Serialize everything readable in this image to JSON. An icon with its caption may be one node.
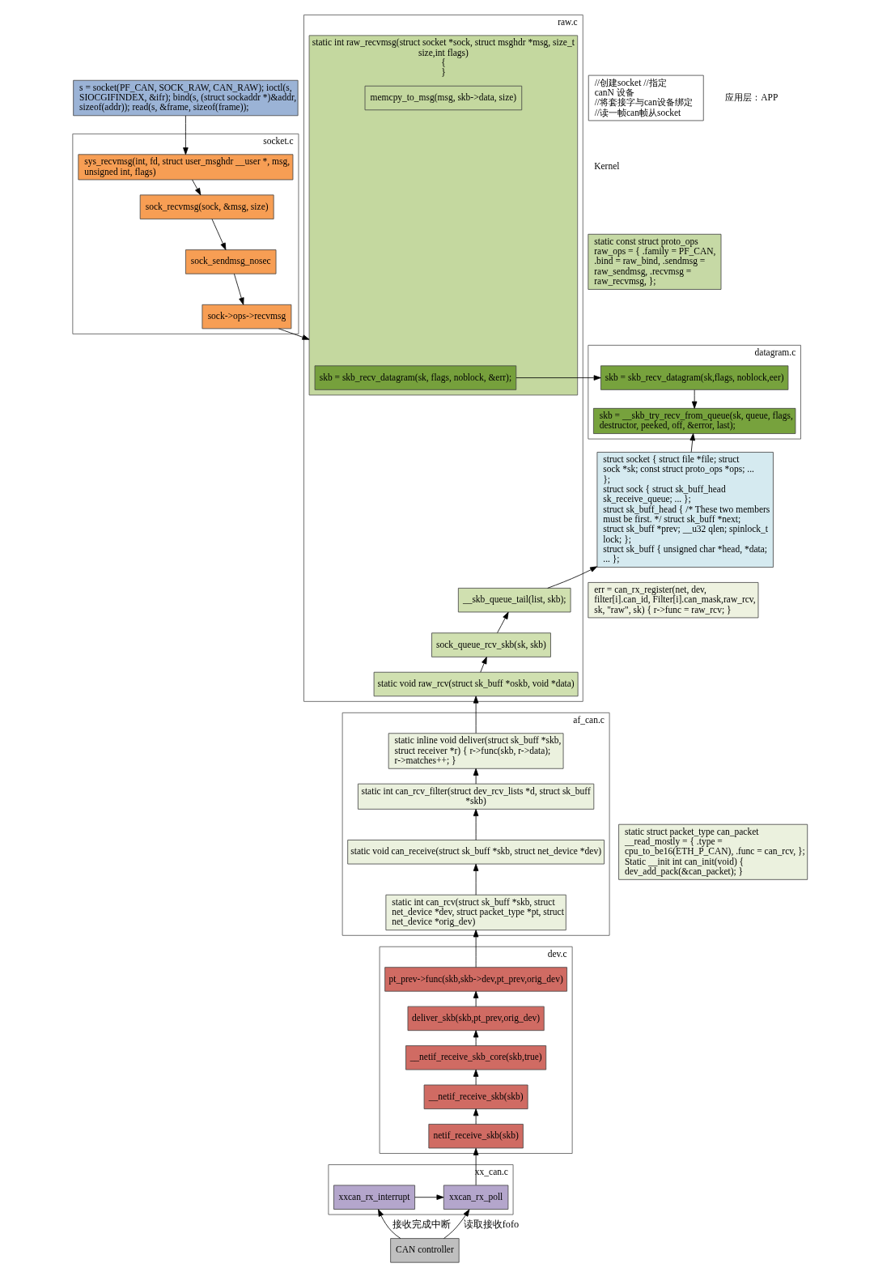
{
  "diagram": {
    "nodes": [
      {
        "text": [
          "s = socket(PF_CAN, SOCK_RAW, CAN_RAW); ioctl(s, SIOCGIFINDEX, &ifr); bind(s, (struct sockaddr *)&addr, sizeof(addr)); read(s, &frame, sizeof(frame));"
        ]
      },
      {
        "text": [
          "//创建socket //指定 canN 设备 //将套接字与can设备绑定 //读一帧can帧从socket"
        ]
      },
      {
        "text": [
          "socket.c"
        ]
      },
      {
        "text": [
          "sys_recvmsg(int, fd, struct user_msghdr __user *, msg, unsigned int, flags)"
        ],
        "in": 2
      },
      {
        "text": [
          "sock_recvmsg(sock, &msg, size)"
        ],
        "in": 2
      },
      {
        "text": [
          "sock_sendmsg_nosec"
        ],
        "in": 2
      },
      {
        "text": [
          "sock->ops->recvmsg"
        ],
        "in": 2
      },
      {
        "text": [
          "static const struct proto_ops raw_ops = { .family = PF_CAN, .bind = raw_bind, .sendmsg = raw_sendmsg, .recvmsg = raw_recvmsg, };"
        ]
      },
      {
        "text": [
          "raw.c"
        ]
      },
      {
        "text": [
          "static int raw_recvmsg(struct socket *sock, struct msghdr *msg, size_t size,int flags)",
          "{",
          "}"
        ],
        "in": 8
      },
      {
        "text": [
          "skb = skb_recv_datagram(sk, flags, noblock, &err);"
        ],
        "in": 9
      },
      {
        "text": [
          "memcpy_to_msg(msg, skb->data, size)"
        ],
        "in": 9
      },
      {
        "text": [
          "__skb_queue_tail(list, skb);"
        ],
        "in": 8
      },
      {
        "text": [
          "sock_queue_rcv_skb(sk, skb)"
        ],
        "in": 8
      },
      {
        "text": [
          "static void raw_rcv(struct sk_buff *oskb, void *data)"
        ],
        "in": 8
      },
      {
        "text": [
          "err = can_rx_register(net, dev, filter[i].can_id, Filter[i].can_mask,raw_rcv, sk, \"raw\", sk) { r->func = raw_rcv; }"
        ]
      },
      {
        "text": [
          "datagram.c"
        ]
      },
      {
        "text": [
          "skb = skb_recv_datagram(sk,flags, noblock,eer)"
        ],
        "in": 16
      },
      {
        "text": [
          "skb = __skb_try_recv_from_queue(sk, queue, flags, destructor, peeked, off, &error, last);"
        ],
        "in": 16
      },
      {
        "text": [
          "struct socket { struct file *file; struct sock *sk; const struct proto_ops *ops; ... };",
          "struct sock { struct sk_buff_head sk_receive_queue; ... };",
          "struct sk_buff_head { /* These two members must be first. */ struct sk_buff *next; struct sk_buff *prev; __u32 qlen; spinlock_t lock; };",
          "struct sk_buff { unsigned char *head, *data; ... };"
        ]
      },
      {
        "text": [
          "af_can.c"
        ]
      },
      {
        "text": [
          "static inline void deliver(struct sk_buff *skb, struct receiver *r) { r->func(skb, r->data); r->matches++; }"
        ],
        "in": 20
      },
      {
        "text": [
          "static int can_rcv_filter(struct dev_rcv_lists *d, struct sk_buff *skb)"
        ],
        "in": 20
      },
      {
        "text": [
          "static void can_receive(struct sk_buff *skb, struct net_device *dev)"
        ],
        "in": 20
      },
      {
        "text": [
          "static int can_rcv(struct sk_buff *skb, struct net_device *dev, struct packet_type *pt, struct net_device *orig_dev)"
        ],
        "in": 20
      },
      {
        "text": [
          "static struct packet_type can_packet __read_mostly = { .type = cpu_to_be16(ETH_P_CAN), .func = can_rcv, };",
          "Static __init int can_init(void) { dev_add_pack(&can_packet); }"
        ]
      },
      {
        "text": [
          "dev.c"
        ]
      },
      {
        "text": [
          "pt_prev->func(skb,skb->dev,pt_prev,orig_dev)"
        ],
        "in": 26
      },
      {
        "text": [
          "deliver_skb(skb,pt_prev,orig_dev)"
        ],
        "in": 26
      },
      {
        "text": [
          "__netif_receive_skb_core(skb,true)"
        ],
        "in": 26
      },
      {
        "text": [
          "__netif_receive_skb(skb)"
        ],
        "in": 26
      },
      {
        "text": [
          "netif_receive_skb(skb)"
        ],
        "in": 26
      },
      {
        "text": [
          "xx_can.c"
        ]
      },
      {
        "text": [
          "xxcan_rx_interrupt"
        ],
        "in": 32
      },
      {
        "text": [
          "xxcan_rx_poll"
        ],
        "in": 32
      },
      {
        "text": [
          "CAN controller"
        ]
      }
    ],
    "edges": [
      {
        "from": 0,
        "to": 3,
        "arrow": "to"
      },
      {
        "from": 3,
        "to": 4,
        "arrow": "to"
      },
      {
        "from": 4,
        "to": 5,
        "arrow": "to"
      },
      {
        "from": 5,
        "to": 6,
        "arrow": "to"
      },
      {
        "from": 6,
        "to": 9,
        "arrow": "to"
      },
      {
        "from": 10,
        "to": 17,
        "arrow": "to"
      },
      {
        "from": 17,
        "to": 18,
        "arrow": "to"
      },
      {
        "from": 19,
        "to": 18,
        "arrow": "to"
      },
      {
        "from": 12,
        "to": 19,
        "arrow": "to"
      },
      {
        "from": 13,
        "to": 12,
        "arrow": "to"
      },
      {
        "from": 14,
        "to": 13,
        "arrow": "to"
      },
      {
        "from": 21,
        "to": 14,
        "arrow": "to"
      },
      {
        "from": 22,
        "to": 21,
        "arrow": "to"
      },
      {
        "from": 23,
        "to": 22,
        "arrow": "to"
      },
      {
        "from": 24,
        "to": 23,
        "arrow": "to"
      },
      {
        "from": 27,
        "to": 24,
        "arrow": "to"
      },
      {
        "from": 28,
        "to": 27,
        "arrow": "to"
      },
      {
        "from": 29,
        "to": 28,
        "arrow": "to"
      },
      {
        "from": 30,
        "to": 29,
        "arrow": "to"
      },
      {
        "from": 31,
        "to": 30,
        "arrow": "to"
      },
      {
        "from": 34,
        "to": 31,
        "arrow": "to"
      },
      {
        "from": 33,
        "to": 34,
        "arrow": "to"
      },
      {
        "from": 35,
        "to": 33,
        "arrow": "to",
        "label": "接收完成中断"
      },
      {
        "from": 35,
        "to": 34,
        "arrow": "to",
        "label": "读取接收fofo"
      }
    ],
    "labels": [
      "应用层：APP",
      "Kernel"
    ]
  }
}
